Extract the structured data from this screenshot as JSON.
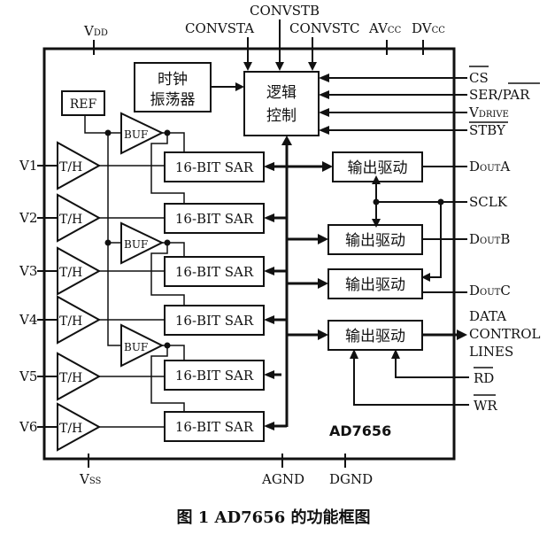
{
  "diagram": {
    "chip_name": "AD7656",
    "caption": "图 1  AD7656 的功能框图",
    "top_pins": {
      "vdd": {
        "main": "V",
        "sub": "DD"
      },
      "convsta": "CONVSTA",
      "convstb": "CONVSTB",
      "convstc": "CONVSTC",
      "avcc": {
        "main": "AV",
        "sub": "CC"
      },
      "dvcc": {
        "main": "DV",
        "sub": "CC"
      }
    },
    "bottom_pins": {
      "vss": {
        "main": "V",
        "sub": "SS"
      },
      "agnd": "AGND",
      "dgnd": "DGND"
    },
    "inputs": [
      "V1",
      "V2",
      "V3",
      "V4",
      "V5",
      "V6"
    ],
    "track_hold_label": "T/H",
    "buffer_label": "BUF",
    "ref_label": "REF",
    "sar_label": "16-BIT SAR",
    "clock_block": {
      "line1": "时钟",
      "line2": "振荡器"
    },
    "logic_block": {
      "line1": "逻辑",
      "line2": "控制"
    },
    "output_driver_label": "输出驱动",
    "control_inputs": {
      "cs": "CS",
      "ser_par_a": "SER/",
      "ser_par_b": "PAR",
      "vdrive": {
        "main": "V",
        "sub": "DRIVE"
      },
      "stby": "STBY"
    },
    "outputs": {
      "douta": {
        "main": "D",
        "sub": "OUT",
        "suffix": "A"
      },
      "sclk": "SCLK",
      "doutb": {
        "main": "D",
        "sub": "OUT",
        "suffix": "B"
      },
      "doutc": {
        "main": "D",
        "sub": "OUT",
        "suffix": "C"
      },
      "data_lines": [
        "DATA",
        "CONTROL",
        "LINES"
      ],
      "rd": "RD",
      "wr": "WR"
    }
  }
}
